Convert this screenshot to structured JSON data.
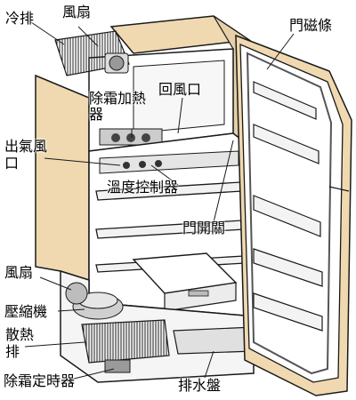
{
  "colors": {
    "cabinet": "#f0d9b0",
    "line": "#1a1a1a",
    "shadow": "#5a5a5a",
    "white": "#ffffff"
  },
  "labels": {
    "condenser_top": "冷排",
    "fan_top": "風扇",
    "door_gasket": "門磁條",
    "defrost_heater": "除霜加熱器",
    "return_vent": "回風口",
    "outlet_vent_line1": "出氣風",
    "outlet_vent_line2": "口",
    "temperature_control": "溫度控制器",
    "door_switch": "門開關",
    "fan_bottom": "風扇",
    "compressor": "壓縮機",
    "radiator_line1": "散熱",
    "radiator_line2": "排",
    "defrost_timer": "除霜定時器",
    "drain_pan": "排水盤"
  }
}
